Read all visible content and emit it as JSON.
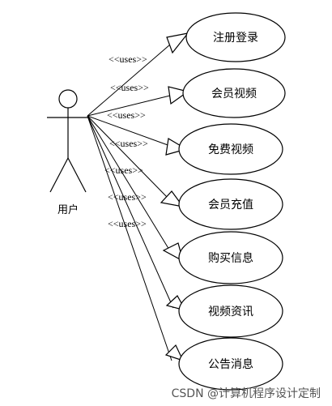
{
  "actor": {
    "name": "用户"
  },
  "relationship_stereotype": "<<uses>>",
  "use_cases": [
    {
      "label": "注册登录"
    },
    {
      "label": "会员视频"
    },
    {
      "label": "免费视频"
    },
    {
      "label": "会员充值"
    },
    {
      "label": "购买信息"
    },
    {
      "label": "视频资讯"
    },
    {
      "label": "公告消息"
    }
  ],
  "watermark": "CSDN @计算机程序设计定制"
}
